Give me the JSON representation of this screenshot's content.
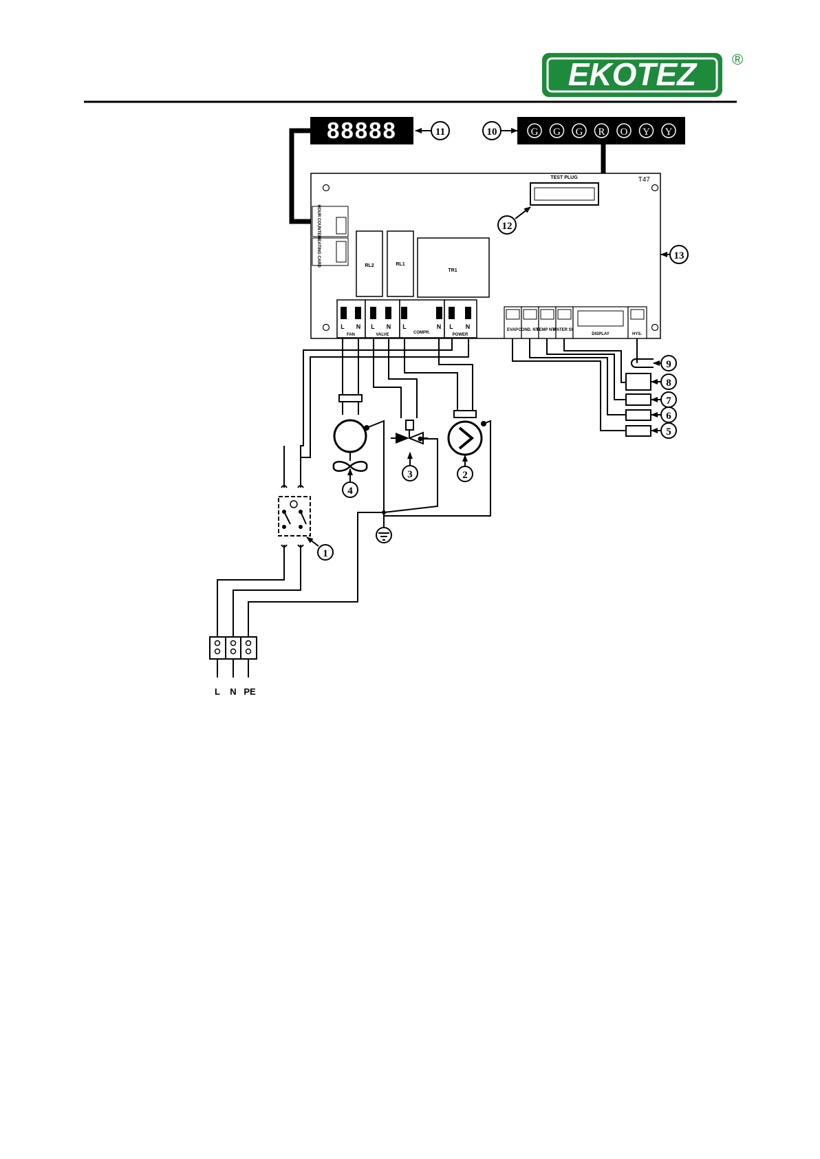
{
  "brand": {
    "logo_text": "EKOTEZ",
    "registered_mark": "®",
    "color": "#1e8a3c"
  },
  "display": {
    "digits": "88888",
    "callout": "11"
  },
  "connector": {
    "callout": "10",
    "pins": [
      "G",
      "G",
      "G",
      "R",
      "O",
      "Y",
      "Y"
    ]
  },
  "board": {
    "model": "T47",
    "callout": "13",
    "test_plug": {
      "label": "TEST PLUG",
      "callout": "12"
    },
    "left_ports": [
      "HOUR COUNTER",
      "HEATING CARD"
    ],
    "relays": [
      "RL2",
      "RL1"
    ],
    "transformer": "TR1",
    "terminals": [
      {
        "name": "FAN",
        "pins": [
          "L",
          "N"
        ]
      },
      {
        "name": "VALVE",
        "pins": [
          "L",
          "N"
        ]
      },
      {
        "name": "COMPR.",
        "pins": [
          "L",
          "N"
        ]
      },
      {
        "name": "POWER",
        "pins": [
          "L",
          "N"
        ]
      }
    ],
    "sensor_ports": [
      "EVAP",
      "COND. NTC",
      "TEMP NTC",
      "WATER SW"
    ],
    "display_port": "DISPLAY",
    "hyst_port": "HYS."
  },
  "components": {
    "breaker": "1",
    "compressor": "2",
    "valve": "3",
    "fan": "4",
    "sensors": [
      "9",
      "8",
      "7",
      "6",
      "5"
    ]
  },
  "mains": {
    "labels": [
      "L",
      "N",
      "PE"
    ]
  }
}
